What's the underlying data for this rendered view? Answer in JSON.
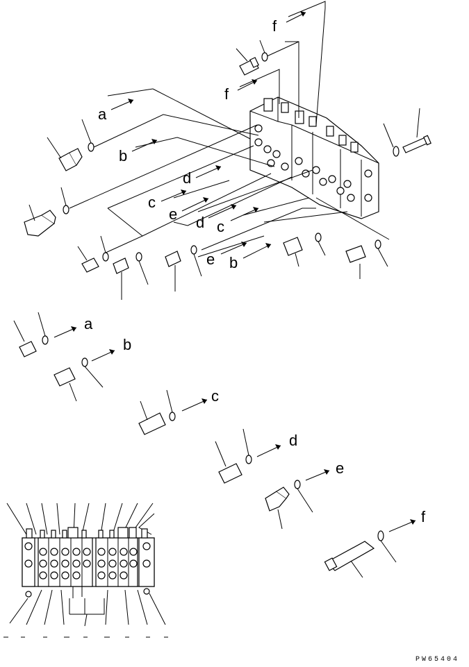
{
  "document_code": "PW65404",
  "callouts": {
    "f_top": "f",
    "f_mid": "f",
    "a_top": "a",
    "b_top": "b",
    "c_left": "c",
    "d_left": "d",
    "e_left": "e",
    "d_mid": "d",
    "c_mid": "c",
    "e_lower": "e",
    "b_lower": "b",
    "a_detail": "a",
    "b_detail": "b",
    "c_detail": "c",
    "d_detail": "d",
    "e_detail": "e",
    "f_detail": "f"
  }
}
